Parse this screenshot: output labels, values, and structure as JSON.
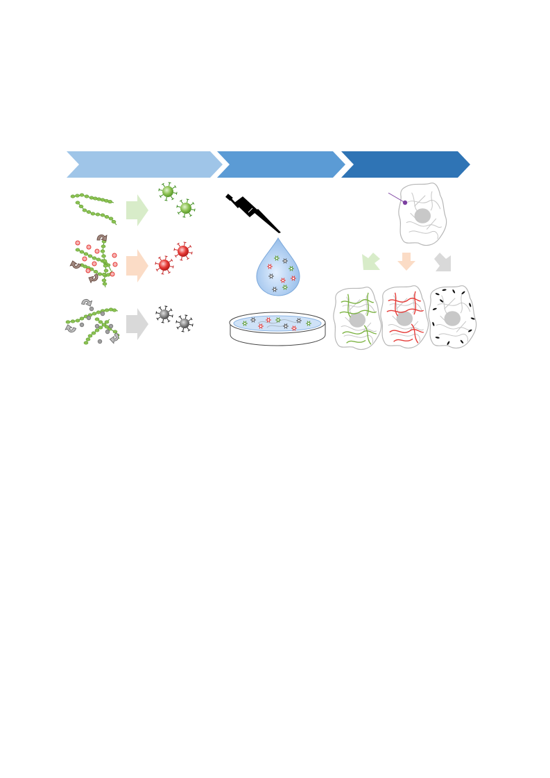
{
  "colors": {
    "stage1": "#9fc5e8",
    "stage2": "#5b9bd5",
    "stage3": "#2f74b5",
    "green": "#8cc152",
    "green_dark": "#5a9a2c",
    "red": "#e53935",
    "red_light": "#f4a0a0",
    "gray": "#777777",
    "brown": "#8d6e63",
    "light_green_arrow": "#d8ecc9",
    "light_orange_arrow": "#fbdcc6",
    "light_gray_arrow": "#d9d9d9",
    "droplet": "#a9cbef",
    "cell_outline": "#b5b5b5",
    "nucleus": "#c8c8c8",
    "probe": "#7b3fa0"
  },
  "stages": [
    {
      "name": "synthesis-stage"
    },
    {
      "name": "delivery-stage"
    },
    {
      "name": "imaging-stage"
    }
  ],
  "rows": [
    {
      "name": "green-row",
      "particle_color": "green",
      "arrow_color": "light_green_arrow"
    },
    {
      "name": "red-row",
      "particle_color": "red",
      "arrow_color": "light_orange_arrow"
    },
    {
      "name": "gray-row",
      "particle_color": "gray",
      "arrow_color": "light_gray_arrow"
    }
  ],
  "outcomes": [
    {
      "name": "green-filament-cell",
      "color": "green"
    },
    {
      "name": "red-filament-cell",
      "color": "red"
    },
    {
      "name": "black-particle-cell",
      "color": "gray"
    }
  ],
  "icons": {
    "pipette": "pipette-icon",
    "droplet": "droplet-icon",
    "dish": "petri-dish-icon",
    "cell": "cell-icon"
  }
}
